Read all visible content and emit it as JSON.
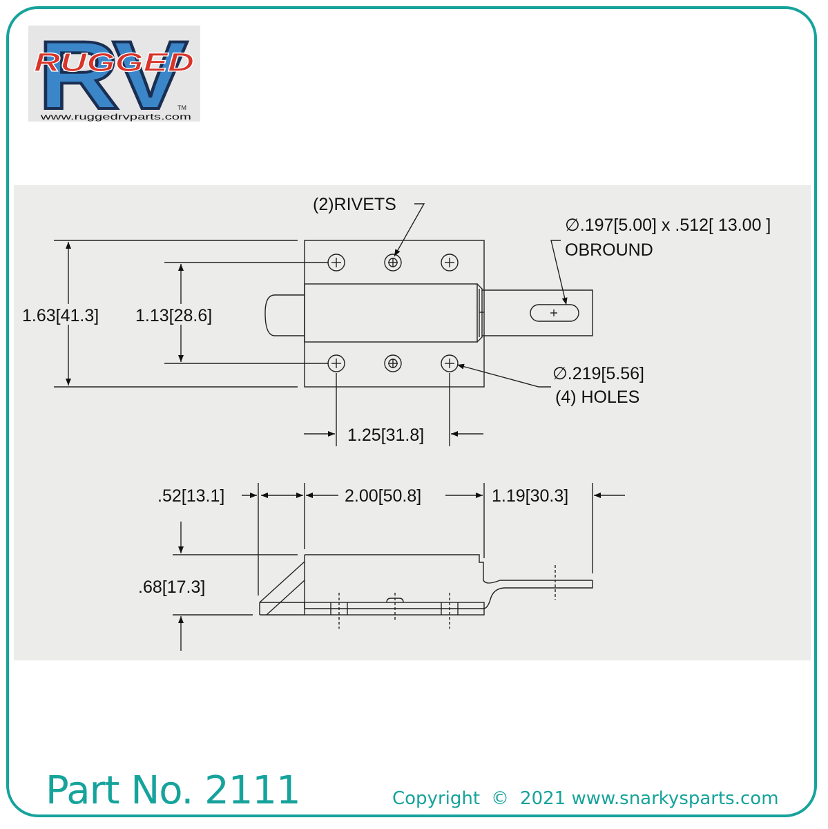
{
  "logo": {
    "script_text": "RUGGED",
    "letters": "RV",
    "trademark": "TM",
    "url": "www.ruggedrvparts.com"
  },
  "drawing": {
    "labels": {
      "rivets": "(2)RIVETS",
      "obround_dim": "∅.197[5.00] x .512[ 13.00 ]",
      "obround": "OBROUND",
      "hole_dim": "∅.219[5.56]",
      "holes": "(4) HOLES",
      "height_outer": "1.63[41.3]",
      "height_inner": "1.13[28.6]",
      "hole_spacing": "1.25[31.8]",
      "left_ext": ".52[13.1]",
      "body_len": "2.00[50.8]",
      "right_ext": "1.19[30.3]",
      "thickness": ".68[17.3]"
    }
  },
  "footer": {
    "part_no": "Part No. 2111",
    "copyright_word": "Copyright",
    "copyright_symbol": "©",
    "copyright_text": "2021 www.snarkysparts.com"
  },
  "colors": {
    "frame": "#16a39b",
    "logo_blue": "#3b86c8",
    "logo_red": "#d8342a",
    "drawing_bg": "#ececea"
  }
}
